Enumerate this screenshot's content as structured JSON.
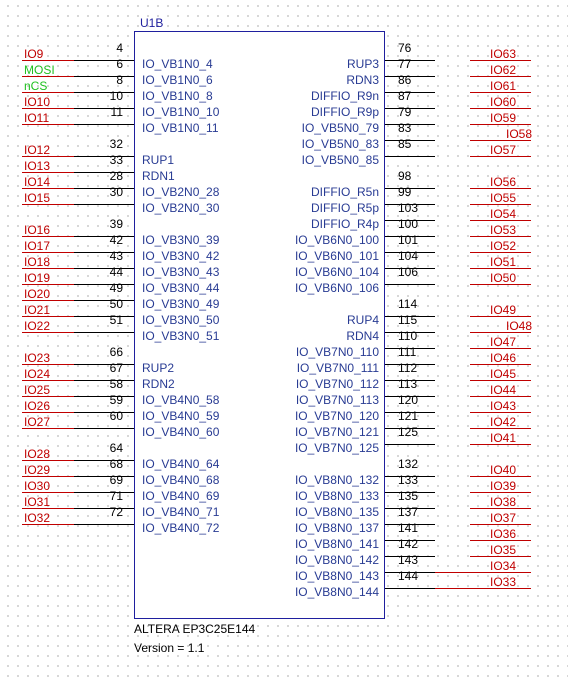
{
  "component": {
    "designator": "U1B",
    "part_name": "ALTERA EP3C25E144",
    "version": "Version = 1.1"
  },
  "left_pins": [
    {
      "net": "IO9",
      "num": "4",
      "fn": "IO_VB1N0_4"
    },
    {
      "net": "MOSI",
      "num": "6",
      "fn": "IO_VB1N0_6",
      "color": "green"
    },
    {
      "net": "nCS",
      "num": "8",
      "fn": "IO_VB1N0_8",
      "color": "green"
    },
    {
      "net": "IO10",
      "num": "10",
      "fn": "IO_VB1N0_10"
    },
    {
      "net": "IO11",
      "num": "11",
      "fn": "IO_VB1N0_11"
    },
    {
      "net": "IO12",
      "num": "32",
      "fn": "RUP1"
    },
    {
      "net": "IO13",
      "num": "33",
      "fn": "RDN1"
    },
    {
      "net": "IO14",
      "num": "28",
      "fn": "IO_VB2N0_28"
    },
    {
      "net": "IO15",
      "num": "30",
      "fn": "IO_VB2N0_30"
    },
    {
      "net": "IO16",
      "num": "39",
      "fn": "IO_VB3N0_39"
    },
    {
      "net": "IO17",
      "num": "42",
      "fn": "IO_VB3N0_42"
    },
    {
      "net": "IO18",
      "num": "43",
      "fn": "IO_VB3N0_43"
    },
    {
      "net": "IO19",
      "num": "44",
      "fn": "IO_VB3N0_44"
    },
    {
      "net": "IO20",
      "num": "49",
      "fn": "IO_VB3N0_49"
    },
    {
      "net": "IO21",
      "num": "50",
      "fn": "IO_VB3N0_50"
    },
    {
      "net": "IO22",
      "num": "51",
      "fn": "IO_VB3N0_51"
    },
    {
      "net": "IO23",
      "num": "66",
      "fn": "RUP2"
    },
    {
      "net": "IO24",
      "num": "67",
      "fn": "RDN2"
    },
    {
      "net": "IO25",
      "num": "58",
      "fn": "IO_VB4N0_58"
    },
    {
      "net": "IO26",
      "num": "59",
      "fn": "IO_VB4N0_59"
    },
    {
      "net": "IO27",
      "num": "60",
      "fn": "IO_VB4N0_60"
    },
    {
      "net": "IO28",
      "num": "64",
      "fn": "IO_VB4N0_64"
    },
    {
      "net": "IO29",
      "num": "68",
      "fn": "IO_VB4N0_68"
    },
    {
      "net": "IO30",
      "num": "69",
      "fn": "IO_VB4N0_69"
    },
    {
      "net": "IO31",
      "num": "71",
      "fn": "IO_VB4N0_71"
    },
    {
      "net": "IO32",
      "num": "72",
      "fn": "IO_VB4N0_72"
    }
  ],
  "right_pins": [
    {
      "fn": "RUP3",
      "num": "76",
      "net": "IO63"
    },
    {
      "fn": "RDN3",
      "num": "77",
      "net": "IO62"
    },
    {
      "fn": "DIFFIO_R9n",
      "num": "86",
      "net": "IO61"
    },
    {
      "fn": "DIFFIO_R9p",
      "num": "87",
      "net": "IO60"
    },
    {
      "fn": "IO_VB5N0_79",
      "num": "79",
      "net": "IO59"
    },
    {
      "fn": "IO_VB5N0_83",
      "num": "83",
      "net": "IO58"
    },
    {
      "fn": "IO_VB5N0_85",
      "num": "85",
      "net": "IO57"
    },
    {
      "fn": "DIFFIO_R5n",
      "num": "98",
      "net": "IO56"
    },
    {
      "fn": "DIFFIO_R5p",
      "num": "99",
      "net": "IO55"
    },
    {
      "fn": "DIFFIO_R4p",
      "num": "103",
      "net": "IO54"
    },
    {
      "fn": "IO_VB6N0_100",
      "num": "100",
      "net": "IO53"
    },
    {
      "fn": "IO_VB6N0_101",
      "num": "101",
      "net": "IO52"
    },
    {
      "fn": "IO_VB6N0_104",
      "num": "104",
      "net": "IO51"
    },
    {
      "fn": "IO_VB6N0_106",
      "num": "106",
      "net": "IO50"
    },
    {
      "fn": "RUP4",
      "num": "114",
      "net": "IO49"
    },
    {
      "fn": "RDN4",
      "num": "115",
      "net": "IO48"
    },
    {
      "fn": "IO_VB7N0_110",
      "num": "110",
      "net": "IO47"
    },
    {
      "fn": "IO_VB7N0_111",
      "num": "111",
      "net": "IO46"
    },
    {
      "fn": "IO_VB7N0_112",
      "num": "112",
      "net": "IO45"
    },
    {
      "fn": "IO_VB7N0_113",
      "num": "113",
      "net": "IO44"
    },
    {
      "fn": "IO_VB7N0_120",
      "num": "120",
      "net": "IO43"
    },
    {
      "fn": "IO_VB7N0_121",
      "num": "121",
      "net": "IO42"
    },
    {
      "fn": "IO_VB7N0_125",
      "num": "125",
      "net": "IO41"
    },
    {
      "fn": "IO_VB8N0_132",
      "num": "132",
      "net": "IO40"
    },
    {
      "fn": "IO_VB8N0_133",
      "num": "133",
      "net": "IO39"
    },
    {
      "fn": "IO_VB8N0_135",
      "num": "135",
      "net": "IO38"
    },
    {
      "fn": "IO_VB8N0_137",
      "num": "137",
      "net": "IO37"
    },
    {
      "fn": "IO_VB8N0_141",
      "num": "141",
      "net": "IO36"
    },
    {
      "fn": "IO_VB8N0_142",
      "num": "142",
      "net": "IO35"
    },
    {
      "fn": "IO_VB8N0_143",
      "num": "143",
      "net": "IO34"
    },
    {
      "fn": "IO_VB8N0_144",
      "num": "144",
      "net": "IO33"
    }
  ],
  "colors": {
    "body_border": "#1f1f9e",
    "pin_function": "#283b93",
    "pin_number": "#000000",
    "net_label": "#c00000",
    "net_label_green": "#20c020",
    "pin_line": "#000000",
    "net_line": "#c00000"
  }
}
